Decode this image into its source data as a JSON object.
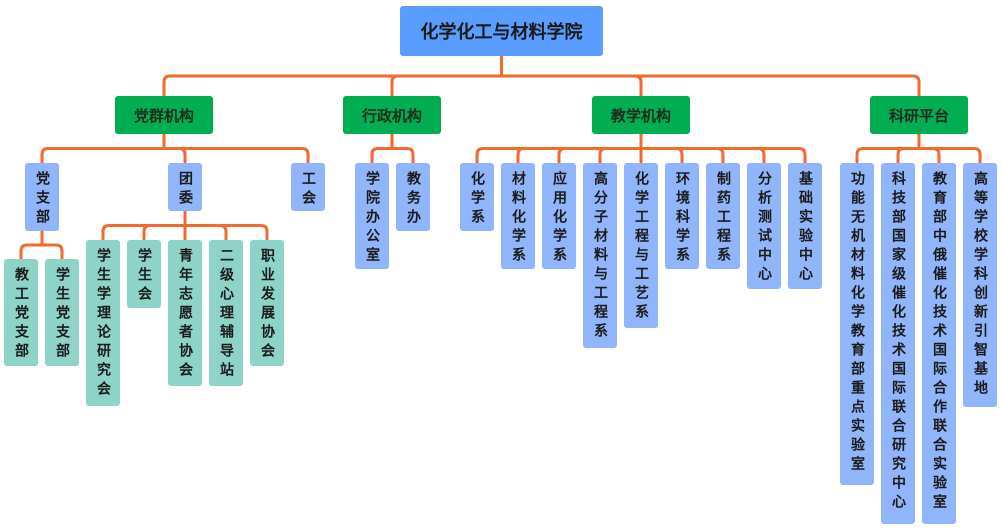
{
  "colors": {
    "root": "#5b9cff",
    "level1": "#00ad50",
    "level2": "#91b5fb",
    "level3": "#8dd3c7",
    "connector": "#f26a2e"
  },
  "root": {
    "label": "化学化工与材料学院"
  },
  "branches": [
    {
      "label": "党群机构",
      "children": [
        {
          "label": "党支部",
          "children": [
            {
              "label": "教工党支部"
            },
            {
              "label": "学生党支部"
            }
          ]
        },
        {
          "label": "团委",
          "children": [
            {
              "label": "学生学理论研究会"
            },
            {
              "label": "学生会"
            },
            {
              "label": "青年志愿者协会"
            },
            {
              "label": "二级心理辅导站"
            },
            {
              "label": "职业发展协会"
            }
          ]
        },
        {
          "label": "工会"
        }
      ]
    },
    {
      "label": "行政机构",
      "children": [
        {
          "label": "学院办公室"
        },
        {
          "label": "教务办"
        }
      ]
    },
    {
      "label": "教学机构",
      "children": [
        {
          "label": "化学系"
        },
        {
          "label": "材料化学系"
        },
        {
          "label": "应用化学系"
        },
        {
          "label": "高分子材料与工程系"
        },
        {
          "label": "化学工程与工艺系"
        },
        {
          "label": "环境科学系"
        },
        {
          "label": "制药工程系"
        },
        {
          "label": "分析测试中心"
        },
        {
          "label": "基础实验中心"
        }
      ]
    },
    {
      "label": "科研平台",
      "children": [
        {
          "label": "功能无机材料化学教育部重点实验室"
        },
        {
          "label": "科技部国家级催化技术国际联合研究中心"
        },
        {
          "label": "教育部中俄催化技术国际合作联合实验室"
        },
        {
          "label": "高等学校学科创新引智基地"
        }
      ]
    }
  ]
}
